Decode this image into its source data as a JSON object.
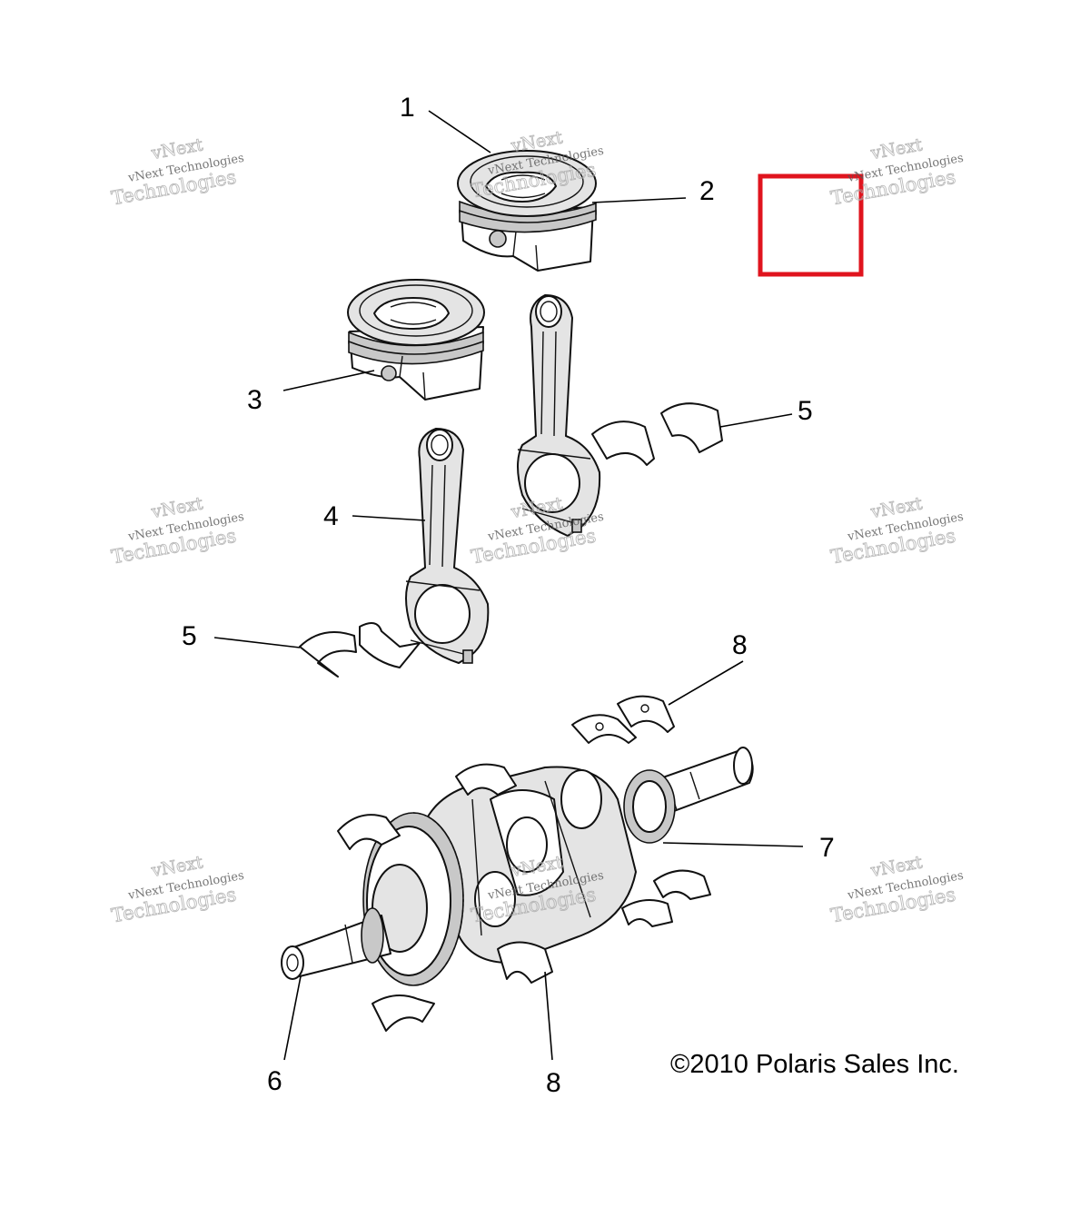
{
  "diagram": {
    "callouts": [
      "1",
      "2",
      "3",
      "4",
      "5",
      "5",
      "6",
      "7",
      "8",
      "8"
    ],
    "copyright": "©2010 Polaris Sales Inc.",
    "watermark": {
      "line1": "vNext",
      "line2": "vNext Technologies",
      "line3": "Technologies"
    },
    "highlight_color": "#e0141e"
  }
}
